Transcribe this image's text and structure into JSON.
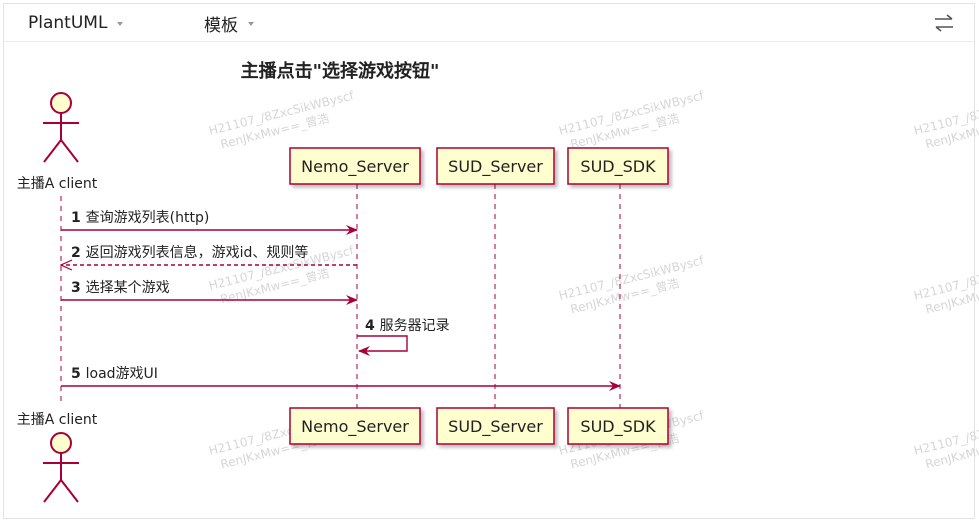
{
  "toolbar": {
    "language_select": "PlantUML",
    "template_select": "模板"
  },
  "diagram": {
    "title": "主播点击\"选择游戏按钮\"",
    "watermark": {
      "line1": "H21107_/8ZxcSikWByscf",
      "line2": "RenJKxMw==_曾浩"
    },
    "participants": [
      {
        "name": "主播A client",
        "kind": "actor"
      },
      {
        "name": "Nemo_Server",
        "kind": "participant"
      },
      {
        "name": "SUD_Server",
        "kind": "participant"
      },
      {
        "name": "SUD_SDK",
        "kind": "participant"
      }
    ],
    "messages": [
      {
        "num": "1",
        "text": "查询游戏列表(http)",
        "from": 0,
        "to": 1,
        "style": "solid"
      },
      {
        "num": "2",
        "text": "返回游戏列表信息，游戏id、规则等",
        "from": 1,
        "to": 0,
        "style": "dashed"
      },
      {
        "num": "3",
        "text": "选择某个游戏",
        "from": 0,
        "to": 1,
        "style": "solid"
      },
      {
        "num": "4",
        "text": "服务器记录",
        "from": 1,
        "to": 1,
        "style": "self"
      },
      {
        "num": "5",
        "text": "load游戏UI",
        "from": 0,
        "to": 3,
        "style": "solid"
      }
    ],
    "colors": {
      "participant_fill": "#FEFECE",
      "participant_border": "#A80036",
      "arrow": "#A80036"
    }
  }
}
